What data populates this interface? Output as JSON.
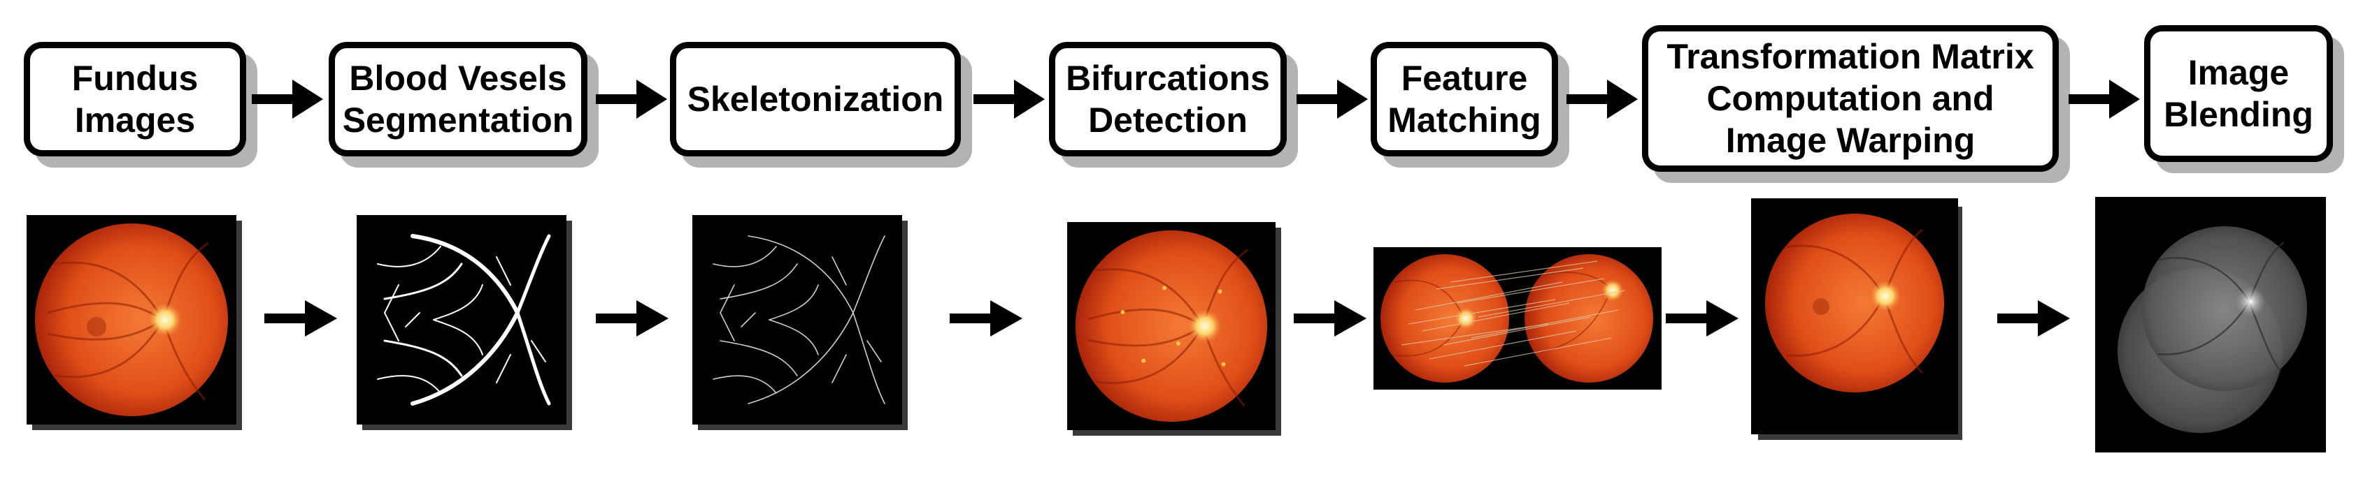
{
  "steps": [
    {
      "label": "Fundus\nImages"
    },
    {
      "label": "Blood Vesels\nSegmentation"
    },
    {
      "label": "Skeletonization"
    },
    {
      "label": "Bifurcations\nDetection"
    },
    {
      "label": "Feature\nMatching"
    },
    {
      "label": "Transformation Matrix\nComputation and\nImage Warping"
    },
    {
      "label": "Image\nBlending"
    }
  ],
  "colors": {
    "retina_inner": "#f06a2a",
    "retina_outer": "#b5280a",
    "optic_disc": "#fff3b0",
    "vessel": "#8c1e08",
    "box_shadow": "#b3b3b3"
  }
}
